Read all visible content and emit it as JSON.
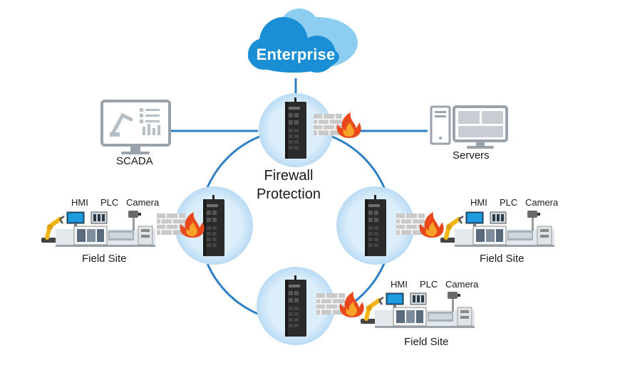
{
  "cloud": {
    "label": "Enterprise"
  },
  "core": {
    "label_line1": "Firewall",
    "label_line2": "Protection"
  },
  "scada": {
    "label": "SCADA"
  },
  "servers": {
    "label": "Servers"
  },
  "field_sites": [
    {
      "label": "Field Site",
      "devices": [
        "HMI",
        "PLC",
        "Camera"
      ]
    },
    {
      "label": "Field Site",
      "devices": [
        "HMI",
        "PLC",
        "Camera"
      ]
    },
    {
      "label": "Field Site",
      "devices": [
        "HMI",
        "PLC",
        "Camera"
      ]
    }
  ],
  "colors": {
    "cloud_dark": "#1a8fd6",
    "cloud_light": "#8ccdf0",
    "link_line": "#2f7fc6",
    "halo": "#d9ecf9",
    "brick": "#c9c9c9",
    "flame": "#e8481c"
  }
}
